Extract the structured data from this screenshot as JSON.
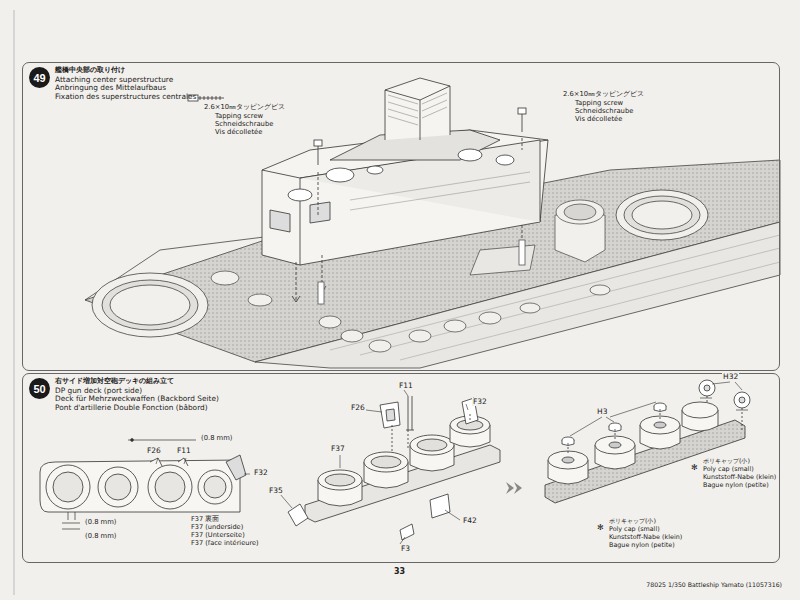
{
  "diagram": {
    "nodes": [
      {
        "text": [
          "艦橋中央部の取り付け",
          "Attaching center superstructure",
          "Anbringung des Mittelaufbaus",
          "Fixation des superstructures centrales"
        ]
      },
      {
        "text": [
          "49"
        ],
        "in": 0
      },
      {
        "text": [
          "右サイド増加対空砲デッキの組み立て",
          "DP gun deck (port side)",
          "Deck für Mehrzweckwaffen (Backbord Seite)",
          "Pont d'artillerie Double Fonction (bâbord)"
        ]
      },
      {
        "text": [
          "50"
        ],
        "in": 2
      }
    ],
    "labels": [
      "2.6×10㎜タッピングビス",
      "Tapping screw",
      "Schneidschraube",
      "Vis décolletée",
      "2.6×10㎜タッピングビス",
      "Tapping screw",
      "Schneidschraube",
      "Vis décolletée",
      "(0.8 mm)",
      "F26",
      "F11",
      "F32",
      "F37 裏面",
      "F37 (underside)",
      "F37 (Unterseite)",
      "F37 (face intérieure)",
      "(0.8 mm)",
      "(0.8 mm)",
      "F11",
      "F26",
      "F32",
      "F37",
      "F35",
      "F42",
      "F3",
      "H32",
      "H3",
      "✻",
      "ポリキャップ(小)",
      "Poly cap (small)",
      "Kunststoff-Nabe (klein)",
      "Bague nylon (petite)",
      "✻",
      "ポリキャップ(小)",
      "Poly cap (small)",
      "Kunststoff-Nabe (klein)",
      "Bague nylon (petite)",
      "33",
      "78025 1/350 Battleship Yamato (11057316)"
    ]
  }
}
